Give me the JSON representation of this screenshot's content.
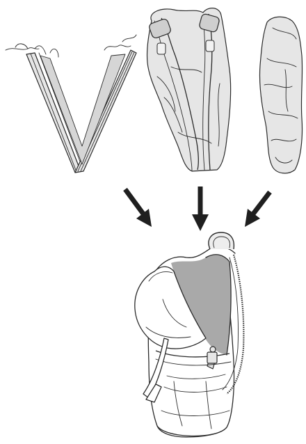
{
  "illustration": {
    "items": [
      {
        "name": "folded-sleeping-bag"
      },
      {
        "name": "rolled-garment-bundle"
      },
      {
        "name": "stuffed-jacket"
      }
    ],
    "arrows": [
      "arrow-left",
      "arrow-center",
      "arrow-right"
    ],
    "container": "backpack",
    "colors": {
      "line": "#2a2a2a",
      "fill_light": "#e6e6e6",
      "fill_mid": "#d4d4d4",
      "fill_dark": "#a9a9a9",
      "arrow": "#1f1f1f",
      "background": "#ffffff"
    }
  }
}
